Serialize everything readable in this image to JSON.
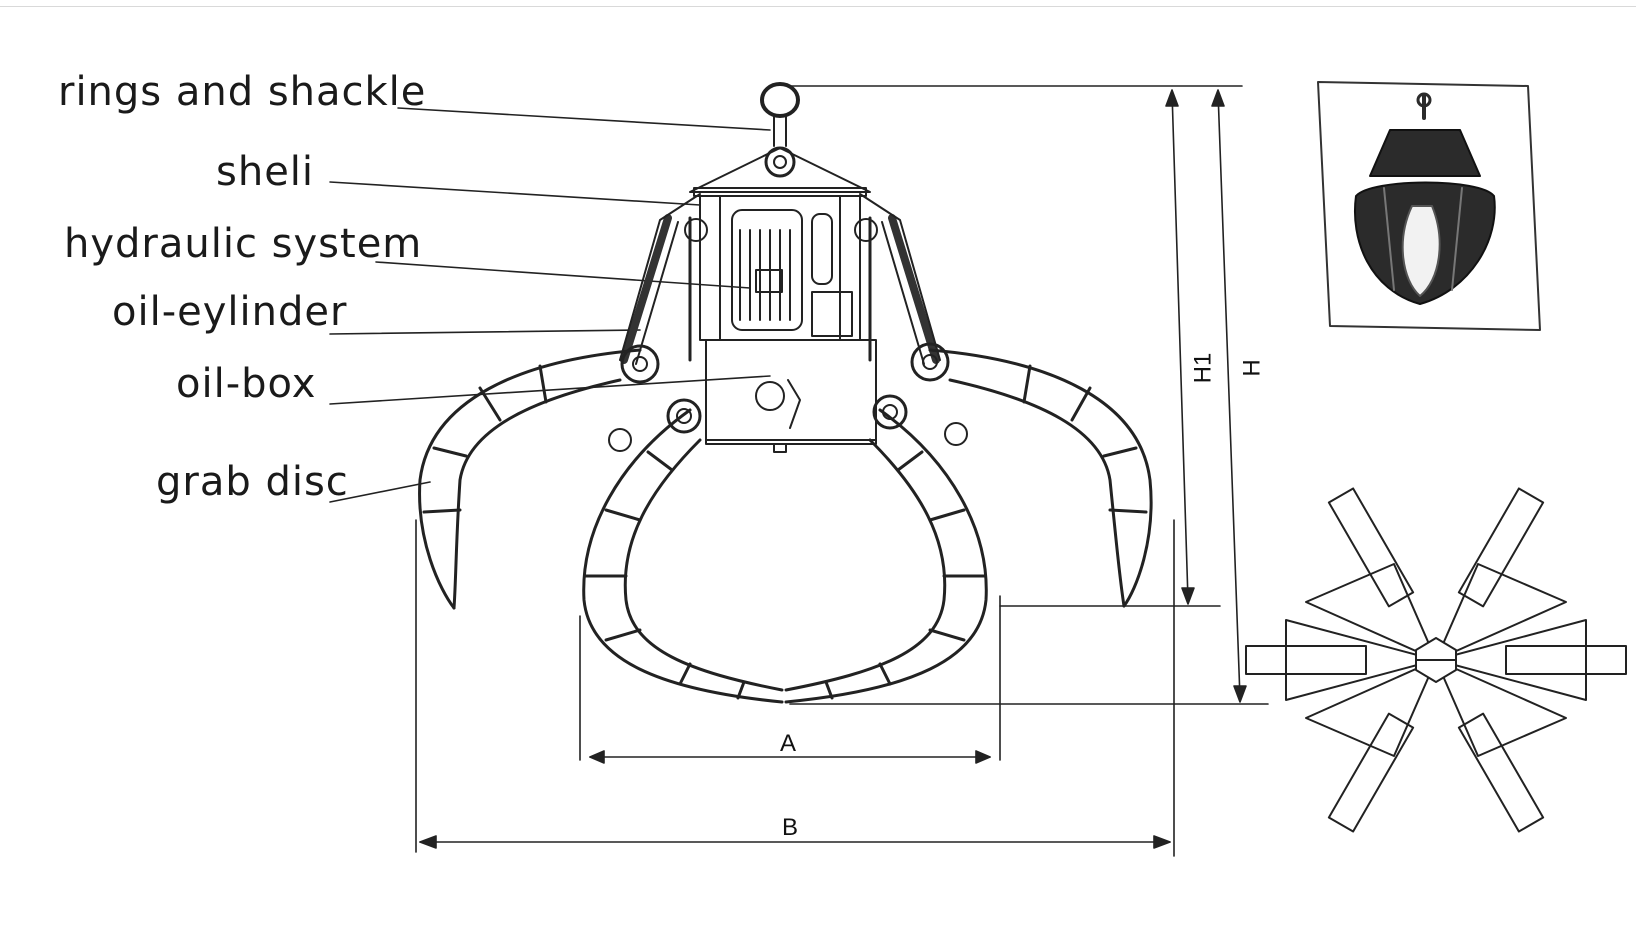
{
  "labels": {
    "rings": "rings and shackle",
    "sheli": "sheli",
    "hydraulic": "hydraulic system",
    "cylinder": "oil-eylinder",
    "box": "oil-box",
    "disc": "grab disc"
  },
  "dimensions": {
    "a": "A",
    "b": "B",
    "h1": "H1",
    "h": "H"
  },
  "colors": {
    "line": "#222222",
    "photo_dark": "#2b2b2b",
    "background": "#ffffff"
  }
}
